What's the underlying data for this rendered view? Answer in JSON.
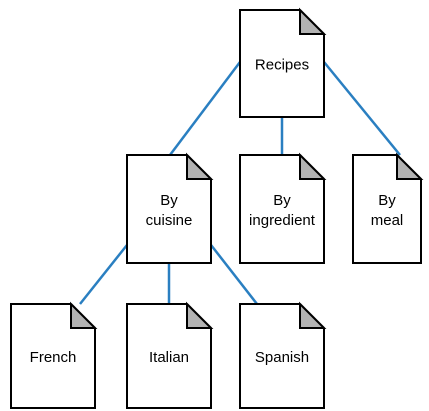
{
  "colors": {
    "connector": "#2a7fc1",
    "document_fill": "#ffffff",
    "document_border": "#000000",
    "folded_corner": "#b3b3b3"
  },
  "icon": "folded-page-document",
  "nodes": {
    "recipes": {
      "label_lines": [
        "Recipes"
      ]
    },
    "by_cuisine": {
      "label_lines": [
        "By",
        "cuisine"
      ]
    },
    "by_ingredient": {
      "label_lines": [
        "By",
        "ingredient"
      ]
    },
    "by_meal": {
      "label_lines": [
        "By",
        "meal"
      ]
    },
    "french": {
      "label_lines": [
        "French"
      ]
    },
    "italian": {
      "label_lines": [
        "Italian"
      ]
    },
    "spanish": {
      "label_lines": [
        "Spanish"
      ]
    }
  },
  "edges": [
    {
      "from": "recipes",
      "to": "by_cuisine"
    },
    {
      "from": "recipes",
      "to": "by_ingredient"
    },
    {
      "from": "recipes",
      "to": "by_meal"
    },
    {
      "from": "by_cuisine",
      "to": "french"
    },
    {
      "from": "by_cuisine",
      "to": "italian"
    },
    {
      "from": "by_cuisine",
      "to": "spanish"
    }
  ]
}
